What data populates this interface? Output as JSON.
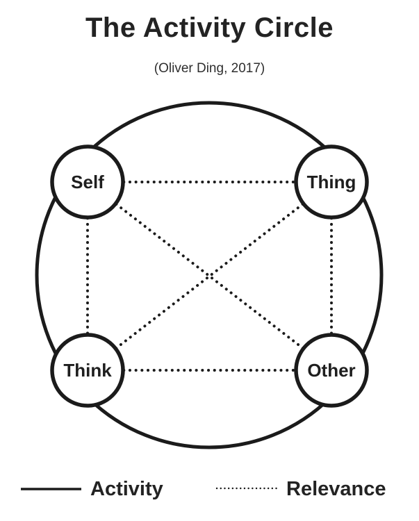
{
  "header": {
    "title": "The Activity Circle",
    "subtitle": "(Oliver Ding, 2017)"
  },
  "diagram": {
    "nodes": [
      {
        "id": "self",
        "label": "Self"
      },
      {
        "id": "thing",
        "label": "Thing"
      },
      {
        "id": "think",
        "label": "Think"
      },
      {
        "id": "other",
        "label": "Other"
      }
    ],
    "edges": [
      {
        "from": "self",
        "to": "thing",
        "type": "relevance"
      },
      {
        "from": "think",
        "to": "other",
        "type": "relevance"
      },
      {
        "from": "self",
        "to": "think",
        "type": "relevance"
      },
      {
        "from": "thing",
        "to": "other",
        "type": "relevance"
      },
      {
        "from": "self",
        "to": "other",
        "type": "relevance"
      },
      {
        "from": "thing",
        "to": "think",
        "type": "relevance"
      }
    ],
    "outer_circle_meaning": "Activity",
    "colors": {
      "line": "#1b1b1b",
      "node_fill": "#ffffff",
      "text": "#232323",
      "background": "#ffffff"
    }
  },
  "legend": {
    "items": [
      {
        "label": "Activity",
        "line_style": "solid"
      },
      {
        "label": "Relevance",
        "line_style": "dotted"
      }
    ]
  }
}
